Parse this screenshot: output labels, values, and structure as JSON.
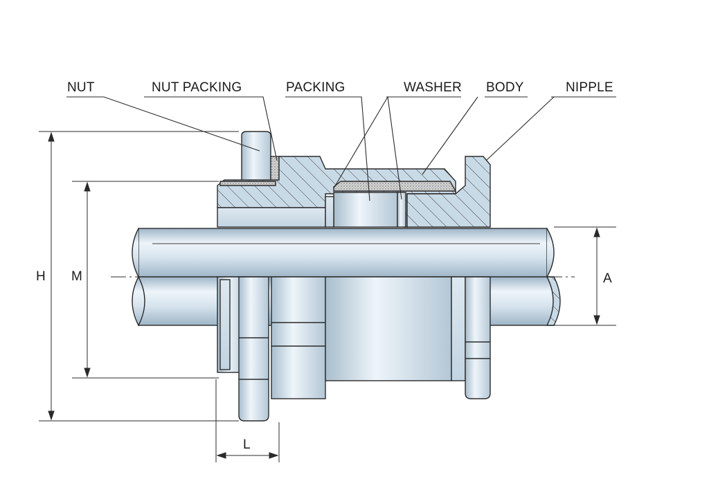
{
  "labels": {
    "nut": "NUT",
    "nut_packing": "NUT PACKING",
    "packing": "PACKING",
    "washer": "WASHER",
    "body": "BODY",
    "nipple": "NIPPLE"
  },
  "dimensions": {
    "h": "H",
    "m": "M",
    "a": "A",
    "l": "L"
  },
  "colors": {
    "metal_light": "#e9f1f7",
    "metal_mid": "#c9d9e6",
    "metal_dark": "#9fb6c8",
    "outline": "#2a2a2a",
    "hatch": "#3a3a3a",
    "packing_fill": "#c8c8c8"
  }
}
